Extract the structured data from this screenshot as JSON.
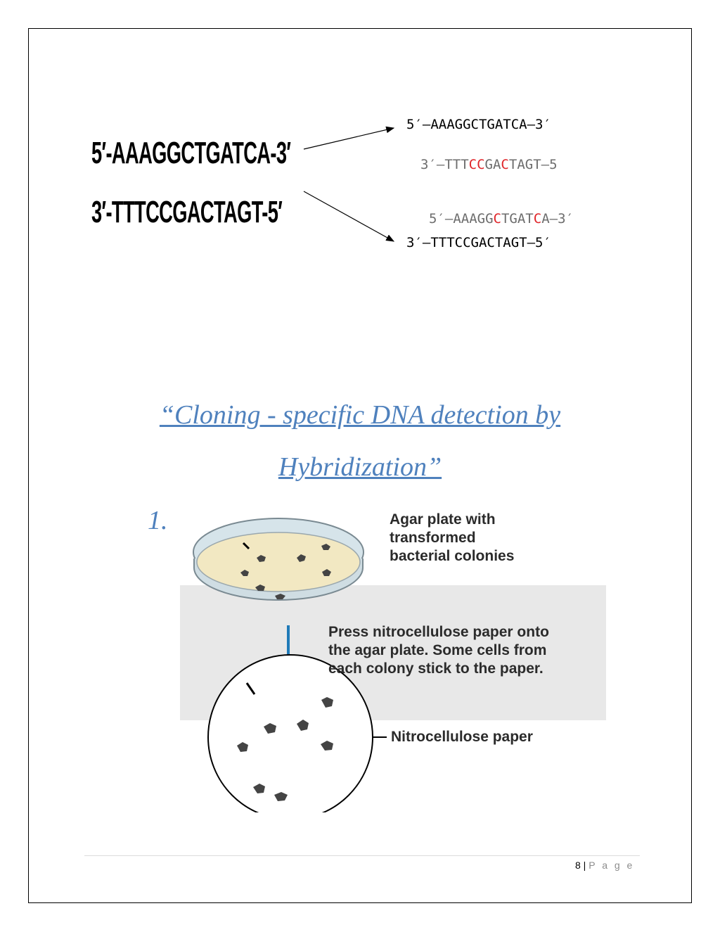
{
  "dna": {
    "top_strand": "5′-AAAGGCTGATCA-3′",
    "bottom_strand": "3′-TTTCCGACTAGT-5′",
    "right_a_top": "5′–AAAGGCTGATCA–3′",
    "right_a_probe": [
      "3′–TTT",
      "CC",
      "GA",
      "C",
      "TAGT–5"
    ],
    "right_b_probe": [
      "5′–AAAGG",
      "C",
      "TGAT",
      "C",
      "A–3′"
    ],
    "right_b_bottom": "3′–TTTCCGACTAGT–5′"
  },
  "heading": {
    "line1": "“Cloning - specific DNA detection by",
    "line2": "Hybridization”"
  },
  "list_number": "1.",
  "diagram": {
    "label_agar": [
      "Agar plate with",
      "transformed",
      "bacterial colonies"
    ],
    "label_press": [
      "Press nitrocellulose paper onto",
      "the agar plate.  Some cells from",
      "each colony stick to the paper."
    ],
    "label_paper": "Nitrocellulose paper",
    "colors": {
      "agar_fill": "#f2e8c2",
      "band": "#e8e8e8",
      "arrow": "#1f7ab8",
      "colony": "#444444"
    }
  },
  "footer": {
    "page_number": "8",
    "separator": " | ",
    "page_word": "P a g e"
  }
}
